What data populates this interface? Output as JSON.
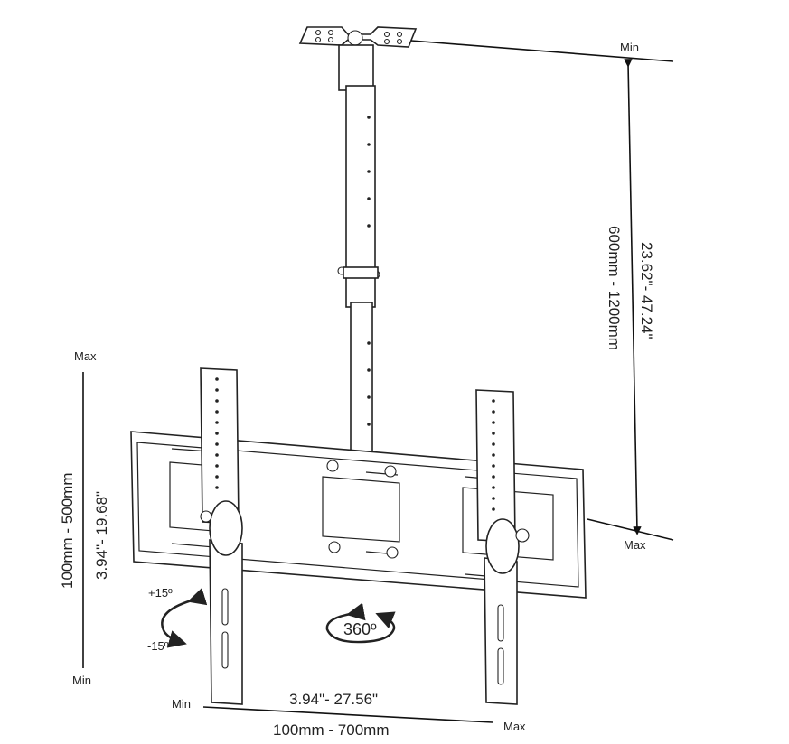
{
  "height_adjust": {
    "min_label": "Min",
    "max_label": "Max",
    "metric": "600mm - 1200mm",
    "imperial": "23.62\"- 47.24\""
  },
  "vesa_vertical": {
    "max_label": "Max",
    "min_label": "Min",
    "metric": "100mm - 500mm",
    "imperial": "3.94\"- 19.68\""
  },
  "vesa_horizontal": {
    "min_label": "Min",
    "max_label": "Max",
    "imperial": "3.94\"- 27.56\"",
    "metric": "100mm - 700mm"
  },
  "tilt": {
    "up": "+15º",
    "down": "-15º"
  },
  "swivel": {
    "label": "360º"
  }
}
